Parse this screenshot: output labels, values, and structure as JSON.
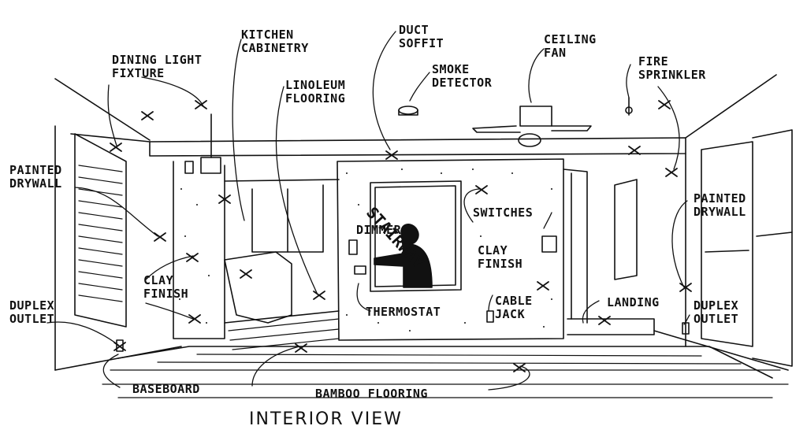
{
  "caption": "INTERIOR VIEW",
  "labels": {
    "dining_light": [
      "DINING LIGHT",
      "FIXTURE"
    ],
    "kitchen_cabinetry": [
      "KITCHEN",
      "CABINETRY"
    ],
    "linoleum_flooring": [
      "LINOLEUM",
      "FLOORING"
    ],
    "duct_soffit": [
      "DUCT",
      "SOFFIT"
    ],
    "smoke_detector": [
      "SMOKE",
      "DETECTOR"
    ],
    "ceiling_fan": [
      "CEILING",
      "FAN"
    ],
    "fire_sprinkler": [
      "FIRE",
      "SPRINKLER"
    ],
    "painted_drywall_left": [
      "PAINTED",
      "DRYWALL"
    ],
    "painted_drywall_right": [
      "PAINTED",
      "DRYWALL"
    ],
    "clay_finish_left": [
      "CLAY",
      "FINISH"
    ],
    "duplex_outlet_left": [
      "DUPLEX",
      "OUTLET"
    ],
    "dimmer": "DIMMER",
    "thermostat": "THERMOSTAT",
    "switches": "SWITCHES",
    "clay_finish_center": [
      "CLAY",
      "FINISH"
    ],
    "cable_jack": [
      "CABLE",
      "JACK"
    ],
    "landing": "LANDING",
    "duplex_outlet_right": [
      "DUPLEX",
      "OUTLET"
    ],
    "baseboard": "BASEBOARD",
    "bamboo_flooring": "BAMBOO FLOORING",
    "stairway": "STAIRWAY"
  }
}
